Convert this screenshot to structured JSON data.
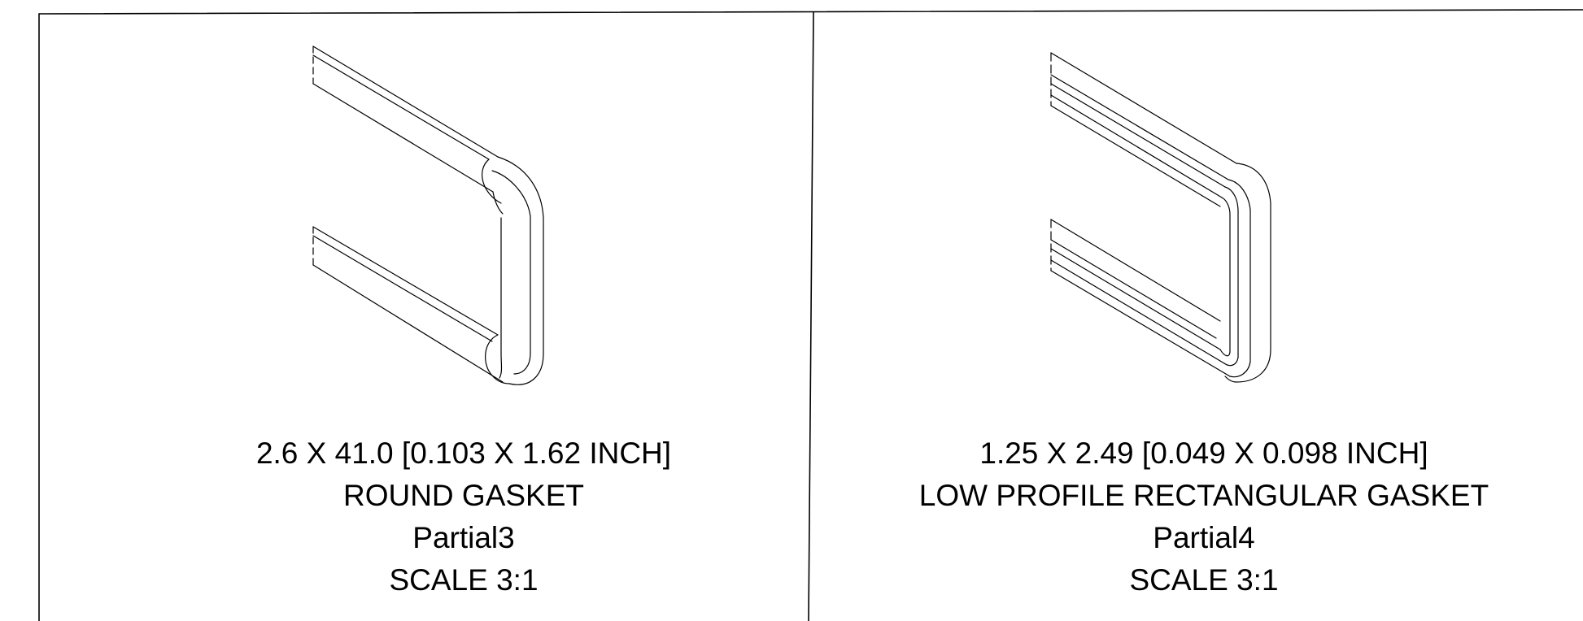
{
  "views": [
    {
      "dimensions": "2.6 X 41.0 [0.103 X 1.62 INCH]",
      "description": "ROUND GASKET",
      "view_name": "Partial3",
      "scale": "SCALE 3:1"
    },
    {
      "dimensions": "1.25 X 2.49 [0.049 X 0.098 INCH]",
      "description": "LOW PROFILE RECTANGULAR GASKET",
      "view_name": "Partial4",
      "scale": "SCALE 3:1"
    }
  ],
  "colors": {
    "line": "#000000",
    "background": "#ffffff"
  }
}
